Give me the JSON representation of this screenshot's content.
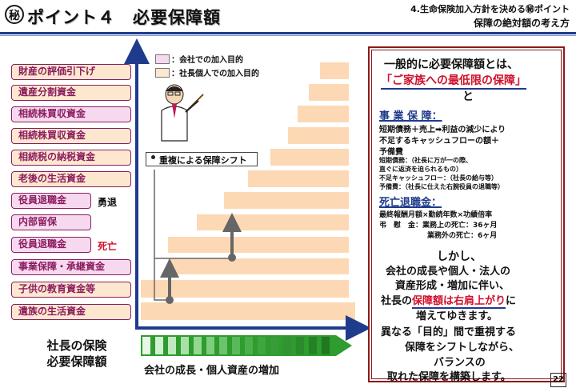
{
  "header": {
    "mark": "秘",
    "title": "ポイント４　必要保障額",
    "sub1": "4.生命保険加入方針を決める㊙ポイント",
    "sub2": "保障の絶対額の考え方"
  },
  "legend": {
    "company": "：会社での加入目的",
    "personal": "：社長個人での加入目的"
  },
  "left_labels": [
    {
      "text": "財産の評価引下げ",
      "kind": "beige"
    },
    {
      "text": "遺産分割資金",
      "kind": "beige"
    },
    {
      "text": "相続株買収資金",
      "kind": "pink"
    },
    {
      "text": "相続株買収資金",
      "kind": "beige"
    },
    {
      "text": "相続税の納税資金",
      "kind": "beige"
    },
    {
      "text": "老後の生活資金",
      "kind": "beige"
    },
    {
      "text": "役員退職金",
      "kind": "pink",
      "note": "勇退",
      "note_color": "#111"
    },
    {
      "text": "内部留保",
      "kind": "pink"
    },
    {
      "text": "役員退職金",
      "kind": "pink",
      "note": "死亡",
      "note_color": "#d0102a"
    },
    {
      "text": "事業保障・承継資金",
      "kind": "pink"
    },
    {
      "text": "子供の教育資金等",
      "kind": "beige"
    },
    {
      "text": "遺族の生活資金",
      "kind": "beige"
    }
  ],
  "callout": "重複による保障シフト",
  "y_axis_label": [
    "社長の保険",
    "必要保障額"
  ],
  "x_axis_label": "会社の成長・個人資産の増加",
  "panel": {
    "line1": "一般的に必要保障額とは、",
    "line2": "「ご家族への最低限の保障」",
    "line3": "と",
    "jigyo_title": "事 業 保 障：",
    "jigyo_1": "短期債務＋売上➡利益の減少により",
    "jigyo_2": "不足するキャッシュフローの額＋",
    "jigyo_3": "予備費",
    "jigyo_4": "短期債務：（社長に万が一の際、",
    "jigyo_5": "直ぐに返済を迫られるもの）",
    "jigyo_6": "不足キャッシュフロー：（社長の給与等）",
    "jigyo_7": "予備費：（社長に仕えた右腕役員の退職等）",
    "shibo_title": "死亡退職金：",
    "shibo_1": "最終報酬月額×勤続年数×功績倍率",
    "shibo_2a": "弔　慰　金：業務上の死亡：36ヶ月",
    "shibo_2b": "業務外の死亡：6ヶ月",
    "body1": "しかし、",
    "body2": "会社の成長や個人・法人の",
    "body3": "資産形成・増加に伴い、",
    "body4a": "社長の",
    "body4b": "保障額は右肩上がり",
    "body4c": "に",
    "body5": "増えてゆきます。",
    "body6": "異なる「目的」間で重視する",
    "body7": "保障をシフトしながら、",
    "body8": "バランスの",
    "body9": "取れた保障を構築します。"
  },
  "page_number": "22",
  "colors": {
    "navy": "#1f3b8c",
    "red": "#d0102a",
    "pink": "#f7d9ef",
    "beige": "#fde8cf",
    "bar": "#fcd9b4",
    "green": "#2e9c2e"
  }
}
